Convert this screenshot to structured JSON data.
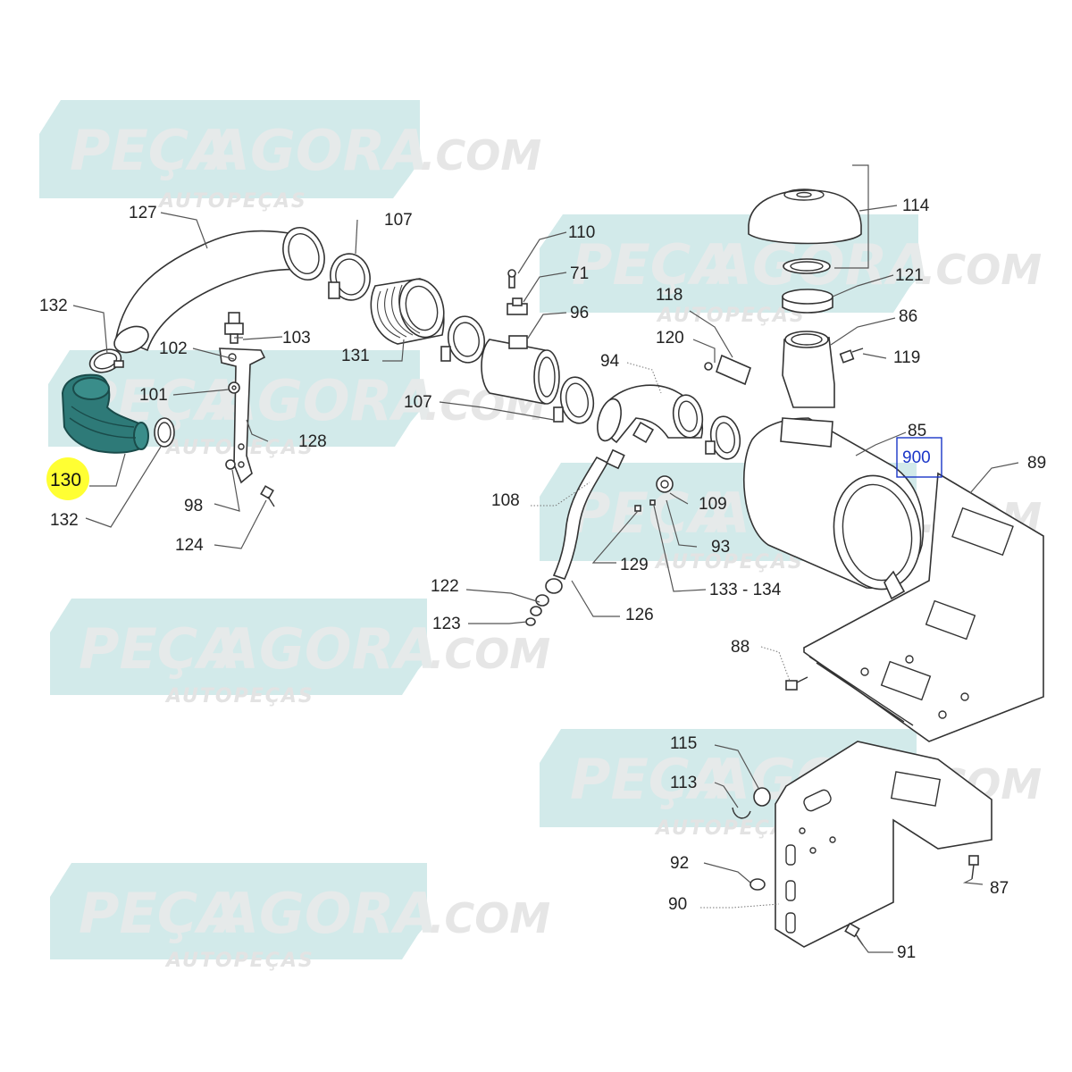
{
  "colors": {
    "watermark_band": "#d2eaea",
    "highlight_part": "#2e7a78",
    "highlight_label": "#ffff33",
    "selected_box": "#1a36c8"
  },
  "watermark": {
    "brand_left": "PEÇA",
    "brand_right": "AGORA",
    "domain": ".COM",
    "tagline": "AUTOPEÇAS"
  },
  "callouts": {
    "c127": "127",
    "c107a": "107",
    "c132a": "132",
    "c103": "103",
    "c102": "102",
    "c131": "131",
    "c101": "101",
    "c128": "128",
    "c130": "130",
    "c132b": "132",
    "c98": "98",
    "c124": "124",
    "c110": "110",
    "c71": "71",
    "c96": "96",
    "c118": "118",
    "c120": "120",
    "c94": "94",
    "c107b": "107",
    "c108": "108",
    "c109": "109",
    "c93": "93",
    "c129": "129",
    "c133": "133 - 134",
    "c122": "122",
    "c123": "123",
    "c126": "126",
    "c114": "114",
    "c121": "121",
    "c86": "86",
    "c119": "119",
    "c85": "85",
    "c900": "900",
    "c89": "89",
    "c88": "88",
    "c115": "115",
    "c113": "113",
    "c92": "92",
    "c90": "90",
    "c87": "87",
    "c91": "91"
  }
}
